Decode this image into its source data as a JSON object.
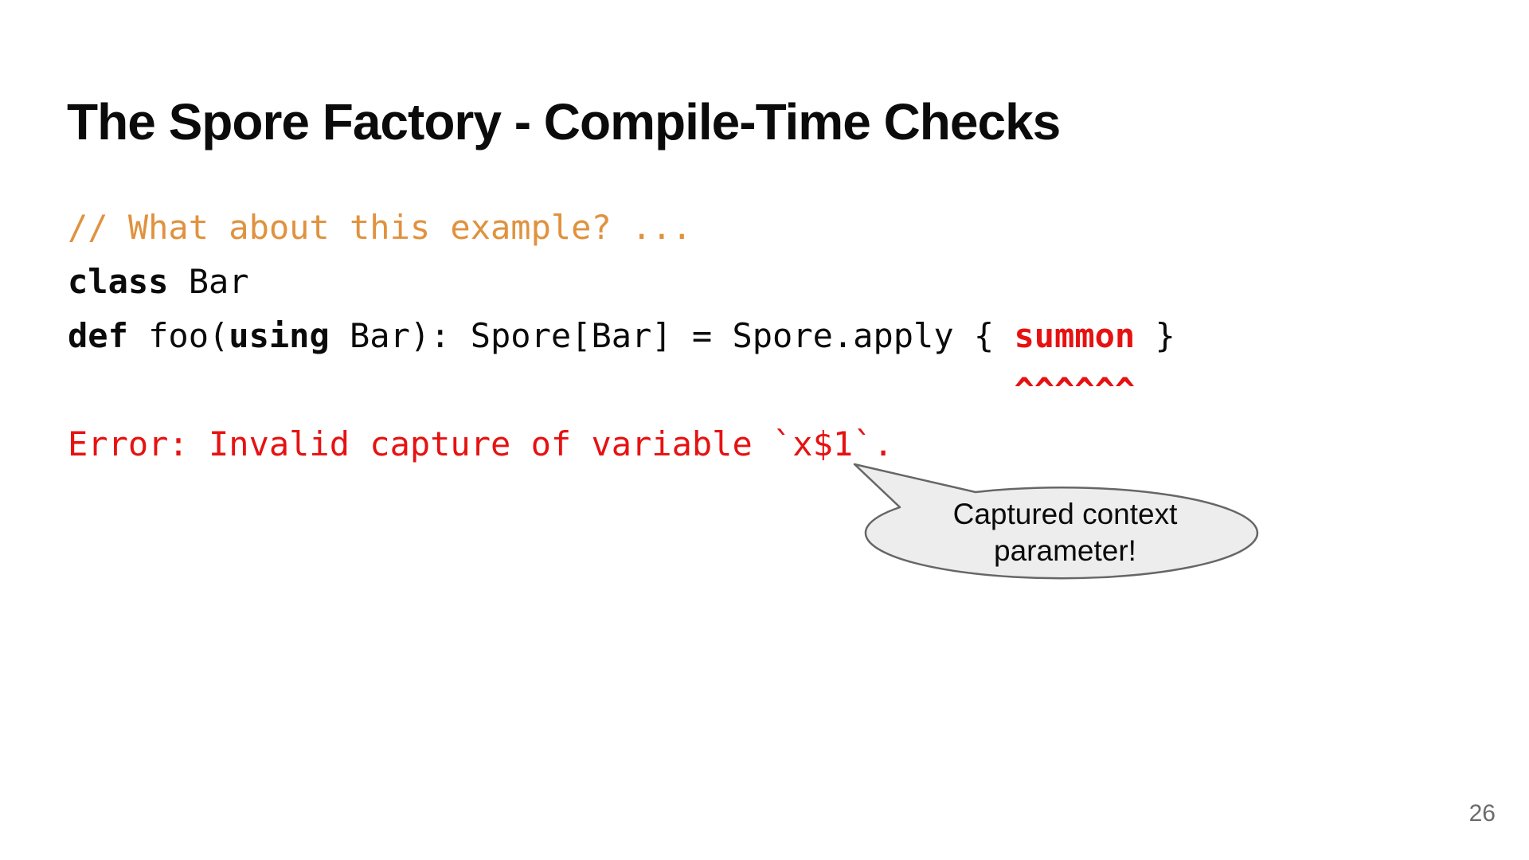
{
  "slide": {
    "title": "The Spore Factory - Compile-Time Checks",
    "page_number": "26"
  },
  "colors": {
    "text_black": "#0b0b0b",
    "comment_orange": "#e0923f",
    "error_red": "#e61212",
    "page_number_gray": "#6b6b6b",
    "bubble_fill": "#ededed",
    "bubble_stroke": "#666666"
  },
  "code": {
    "lines": [
      {
        "segments": [
          {
            "style": "comment",
            "text": "// What about this example? ..."
          }
        ]
      },
      {
        "segments": [
          {
            "style": "keyword",
            "text": "class"
          },
          {
            "style": "plain",
            "text": " Bar"
          }
        ]
      },
      {
        "segments": [
          {
            "style": "keyword",
            "text": "def"
          },
          {
            "style": "plain",
            "text": " foo("
          },
          {
            "style": "keyword",
            "text": "using"
          },
          {
            "style": "plain",
            "text": " Bar): Spore[Bar] = Spore.apply { "
          },
          {
            "style": "error-bold",
            "text": "summon"
          },
          {
            "style": "plain",
            "text": " }"
          }
        ]
      },
      {
        "segments": [
          {
            "style": "caret",
            "text": "                                               ^^^^^^"
          }
        ]
      },
      {
        "segments": [
          {
            "style": "error",
            "text": "Error: Invalid capture of variable `x$1`."
          }
        ]
      }
    ]
  },
  "bubble": {
    "lines": [
      "Captured context",
      "parameter!"
    ]
  }
}
